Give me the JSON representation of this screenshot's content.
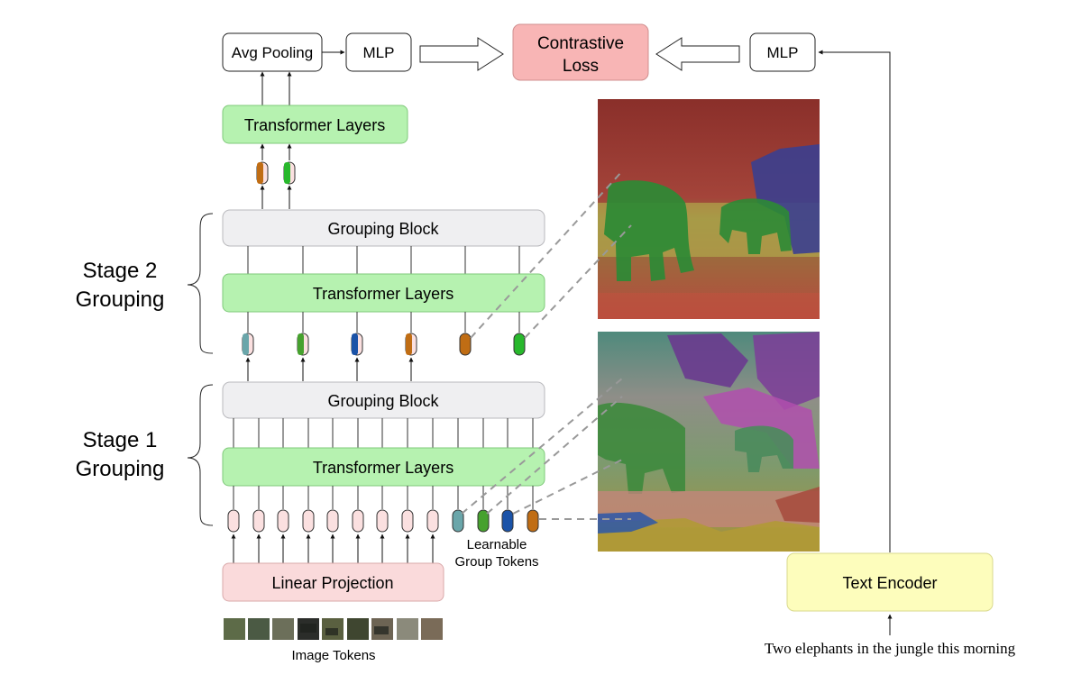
{
  "top": {
    "avg_pooling": "Avg Pooling",
    "mlp_image": "MLP",
    "contrastive_loss_line1": "Contrastive",
    "contrastive_loss_line2": "Loss",
    "mlp_text": "MLP"
  },
  "final_transformer": "Transformer Layers",
  "stage2": {
    "label_line1": "Stage 2",
    "label_line2": "Grouping",
    "grouping_block": "Grouping Block",
    "transformer": "Transformer Layers"
  },
  "stage1": {
    "label_line1": "Stage 1",
    "label_line2": "Grouping",
    "grouping_block": "Grouping Block",
    "transformer": "Transformer Layers"
  },
  "learnable_tokens_line1": "Learnable",
  "learnable_tokens_line2": "Group Tokens",
  "linear_projection": "Linear Projection",
  "image_tokens_label": "Image Tokens",
  "text_encoder": "Text Encoder",
  "caption": "Two elephants in the jungle this morning",
  "colors": {
    "green_box": "#b6f2b0",
    "pink_box": "#fadadb",
    "gray_box": "#efeff1",
    "loss_box": "#f8b5b5",
    "text_encoder_box": "#fdfdbc",
    "token_teal": "#6aa6aa",
    "token_green": "#46a12e",
    "token_blue": "#1b53a8",
    "token_orange": "#c06d14",
    "token_bright_green": "#28b82c",
    "token_pink": "#fbe0e0"
  }
}
